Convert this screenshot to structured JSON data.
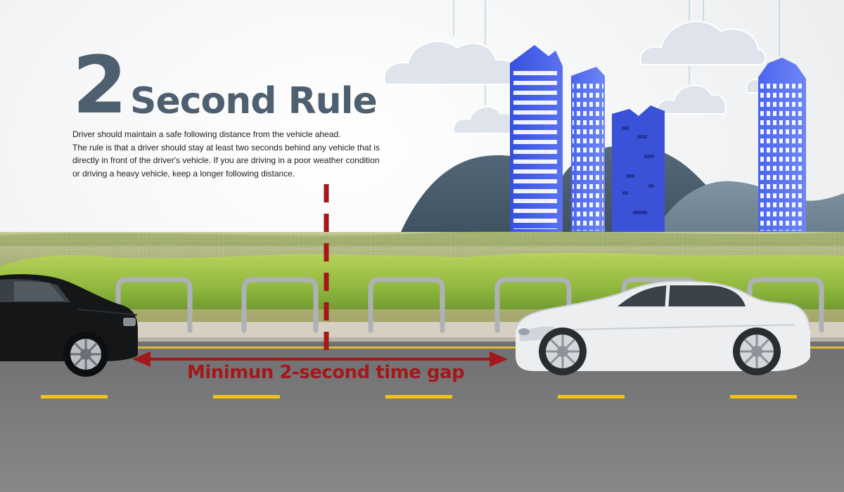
{
  "title": {
    "number": "2",
    "text": "Second Rule"
  },
  "description": {
    "line1": "Driver should maintain a safe following distance from the vehicle ahead.",
    "line2": "The rule is that a driver should stay at least two seconds behind any vehicle that is directly in front of the driver's vehicle. If you are driving in a poor weather condition or driving a heavy vehicle, keep a longer following distance."
  },
  "gap_label": "Minimun 2-second time gap",
  "colors": {
    "title": "#4e5f70",
    "accent_red": "#a3181b",
    "road": "#7c7e80",
    "lane_marking": "#f2c21b",
    "building_blue": "#3d55e0",
    "hill_dark": "#4a5d6e",
    "hedge_green": "#8fb73e"
  },
  "icons": {
    "front_car": "black-sedan-icon",
    "rear_car": "white-sedan-icon",
    "scenery": "paper-city-skyline"
  }
}
